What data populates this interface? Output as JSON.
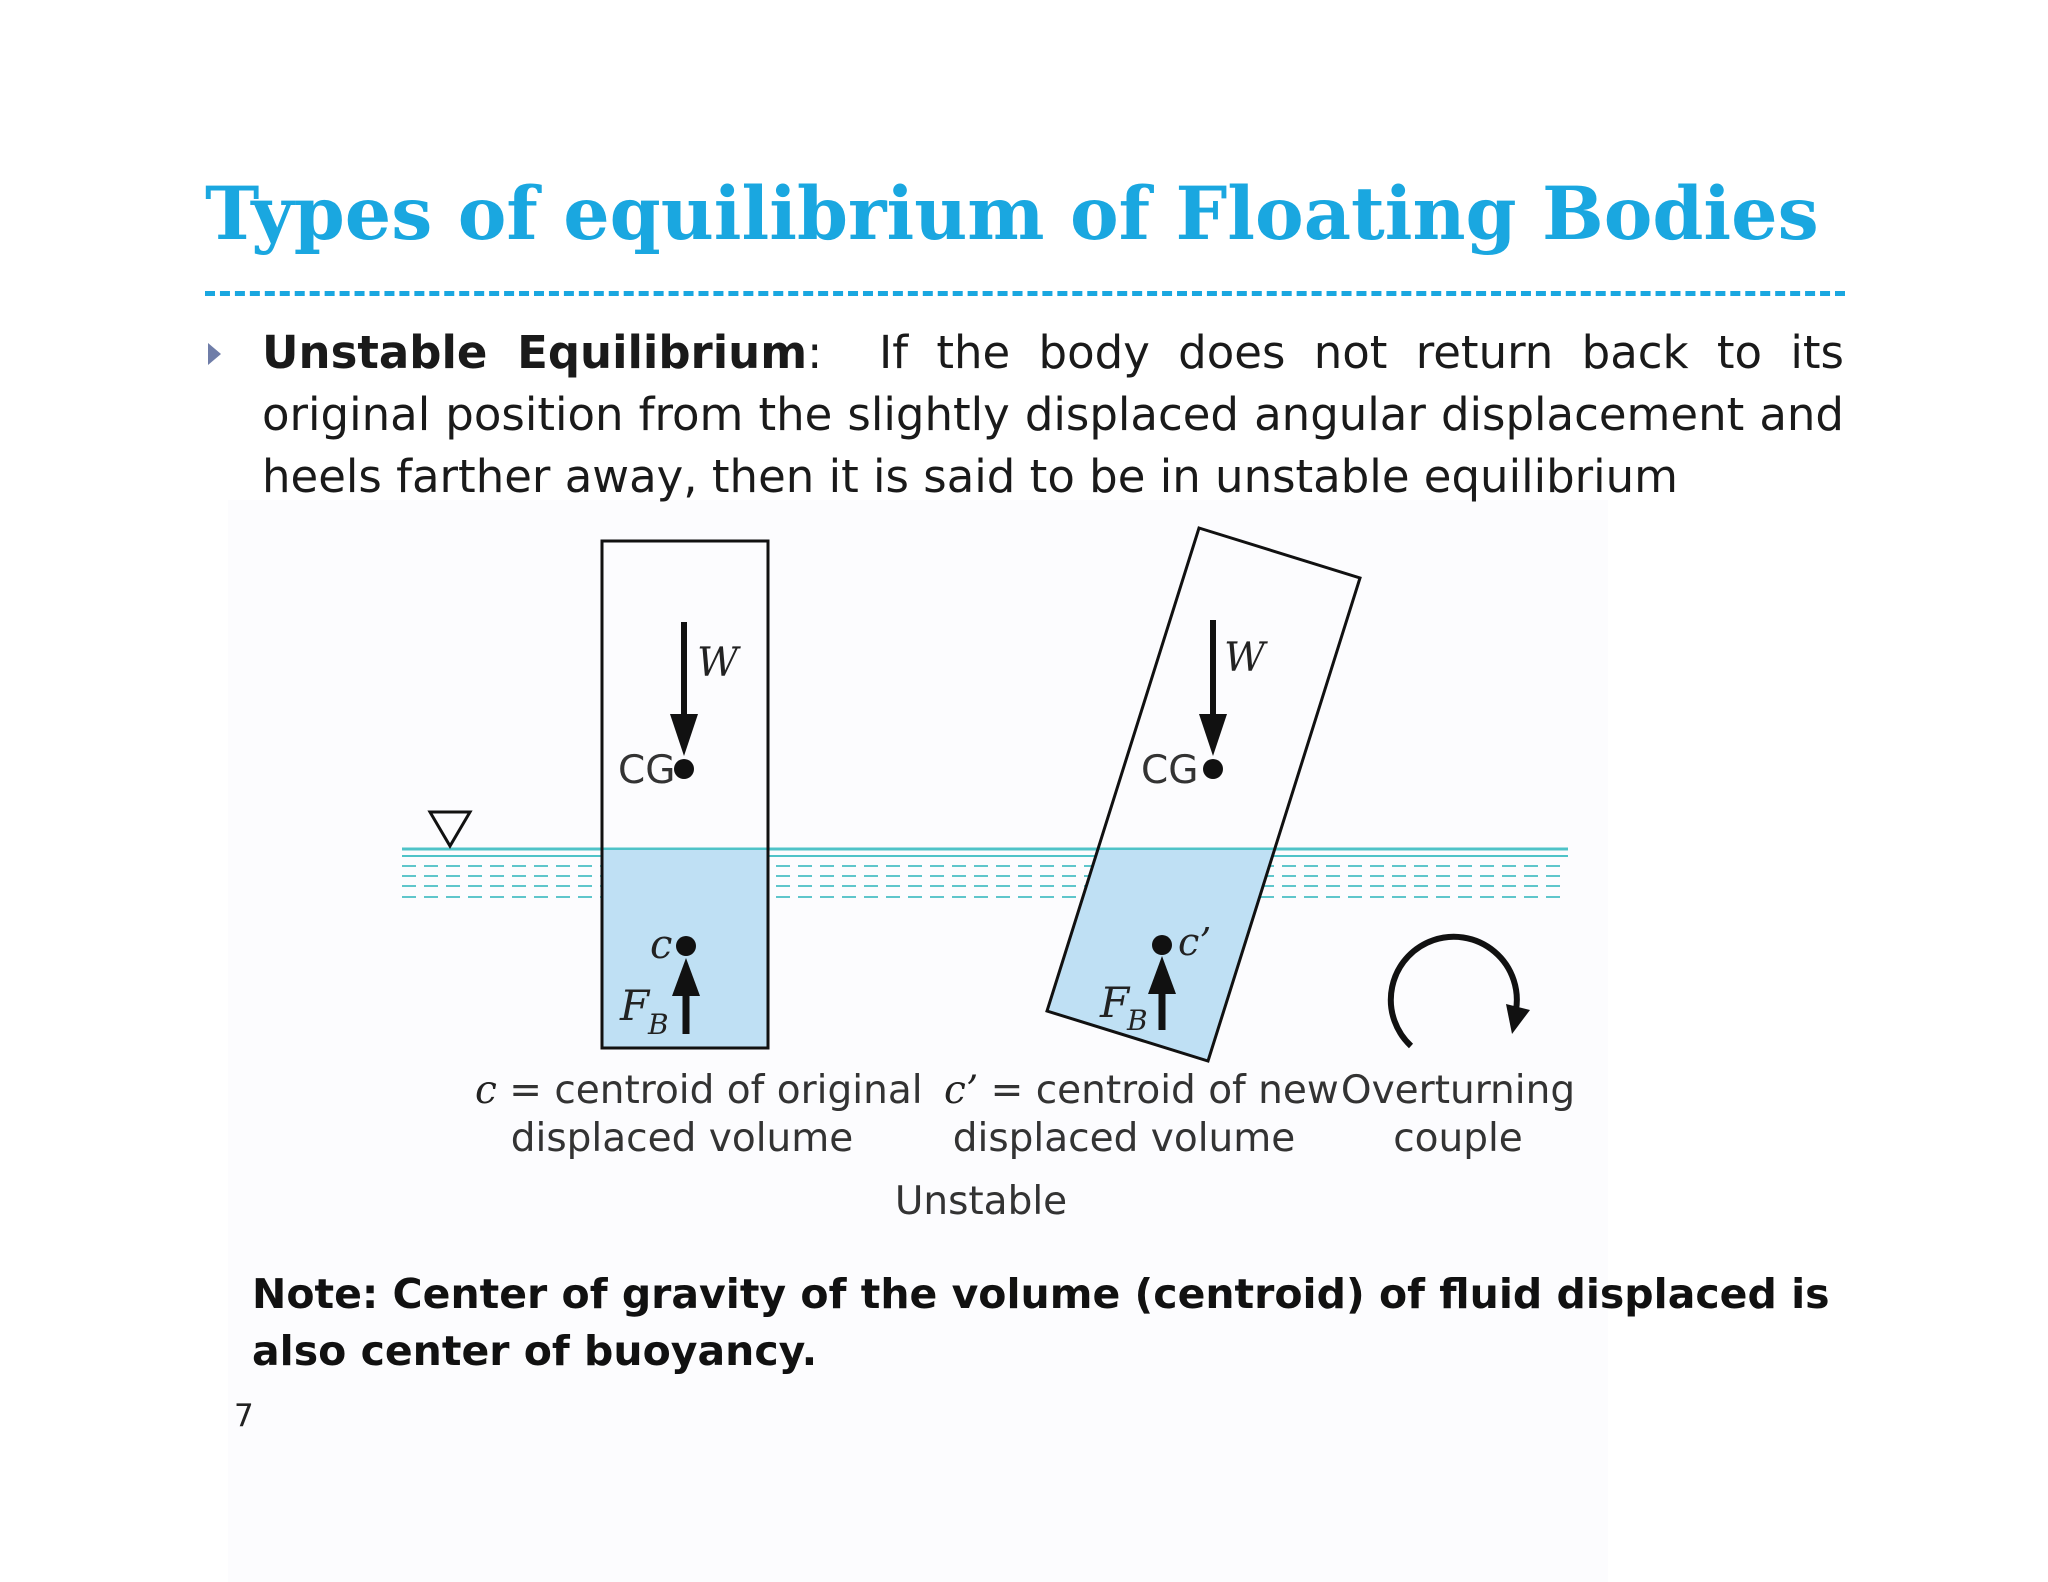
{
  "slide": {
    "title": "Types of equilibrium of Floating Bodies",
    "bullet": {
      "term": "Unstable Equilibrium",
      "separator": ":",
      "text": "If the body does not return back to its original position from the slightly displaced angular displacement and heels farther away, then it is said to be in unstable equilibrium"
    },
    "diagram": {
      "weight_symbol": "W",
      "cg_label": "CG",
      "centroid_original_symbol": "c",
      "centroid_new_symbol": "c’",
      "buoyancy_symbol": "F",
      "buoyancy_subscript": "B",
      "caption_left": {
        "symbol": "c",
        "line1": " = centroid of original",
        "line2": "displaced volume"
      },
      "caption_middle": {
        "symbol": "c’",
        "line1": " = centroid of new",
        "line2": "displaced volume"
      },
      "caption_right": {
        "line1": "Overturning",
        "line2": "couple"
      },
      "figure_label": "Unstable",
      "colors": {
        "water_fill": "#bfe0f4",
        "water_line": "#4fc3c8",
        "outline": "#111111"
      }
    },
    "note": "Note: Center of gravity of the volume (centroid) of fluid displaced is also center of buoyancy.",
    "page_number": "7"
  }
}
